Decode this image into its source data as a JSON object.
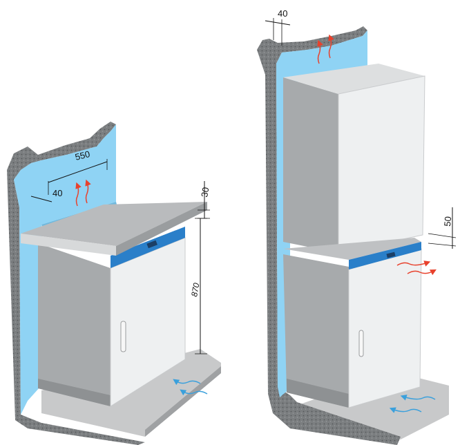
{
  "left_install": {
    "dimensions": {
      "width": "550",
      "wall_gap": "40",
      "top_clearance": "30",
      "height": "870"
    }
  },
  "right_install": {
    "dimensions": {
      "wall_gap": "40",
      "gap_between_units": "50"
    }
  },
  "colors": {
    "wall_surface": "#8fd3f4",
    "wall_edge": "#6f7275",
    "floor": "#c8c9ca",
    "cabinet_front": "#eef0f1",
    "cabinet_side": "#a7aaac",
    "control_strip": "#2a7fc9",
    "airflow_in": "#3aa0dc",
    "airflow_out": "#e8412c"
  },
  "icons": [
    "airflow-in-arrow-icon",
    "airflow-out-arrow-icon",
    "handle-icon"
  ]
}
